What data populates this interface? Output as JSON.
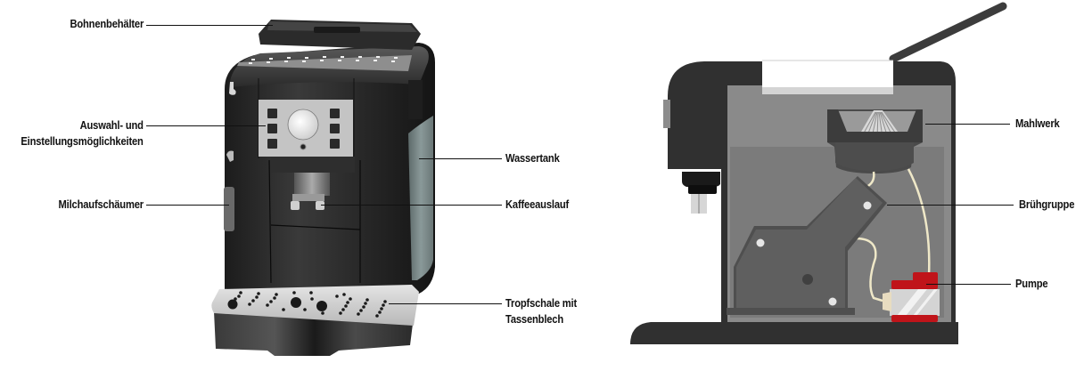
{
  "diagram": {
    "type": "labeled-illustration",
    "subject": "Kaffeevollautomat",
    "left_figure": {
      "view": "exterior",
      "labels": [
        {
          "id": "bohnenbehaelter",
          "text": "Bohnenbehälter",
          "side": "left"
        },
        {
          "id": "auswahl",
          "lines": [
            "Auswahl- und",
            "Einstellungsmöglichkeiten"
          ],
          "side": "left"
        },
        {
          "id": "milchaufschaeumer",
          "text": "Milchaufschäumer",
          "side": "left"
        },
        {
          "id": "wassertank",
          "text": "Wassertank",
          "side": "right"
        },
        {
          "id": "kaffeeauslauf",
          "text": "Kaffeeauslauf",
          "side": "right"
        },
        {
          "id": "tropfschale",
          "lines": [
            "Tropfschale mit",
            "Tassenblech"
          ],
          "side": "right"
        }
      ]
    },
    "right_figure": {
      "view": "cross-section",
      "labels": [
        {
          "id": "mahlwerk",
          "text": "Mahlwerk",
          "side": "right"
        },
        {
          "id": "bruehgruppe",
          "text": "Brühgruppe",
          "side": "right"
        },
        {
          "id": "pumpe",
          "text": "Pumpe",
          "side": "right"
        }
      ]
    },
    "colors": {
      "machine_body": "#2f2f2f",
      "panel_silver": "#c9c9c9",
      "water_tank": "#7d8a8a",
      "section_interior": "#8a8a8a",
      "brew_group": "#5c5c5c",
      "tube": "#efe8c8",
      "pump_red": "#c0141a",
      "pump_orange": "#f0a030"
    }
  }
}
